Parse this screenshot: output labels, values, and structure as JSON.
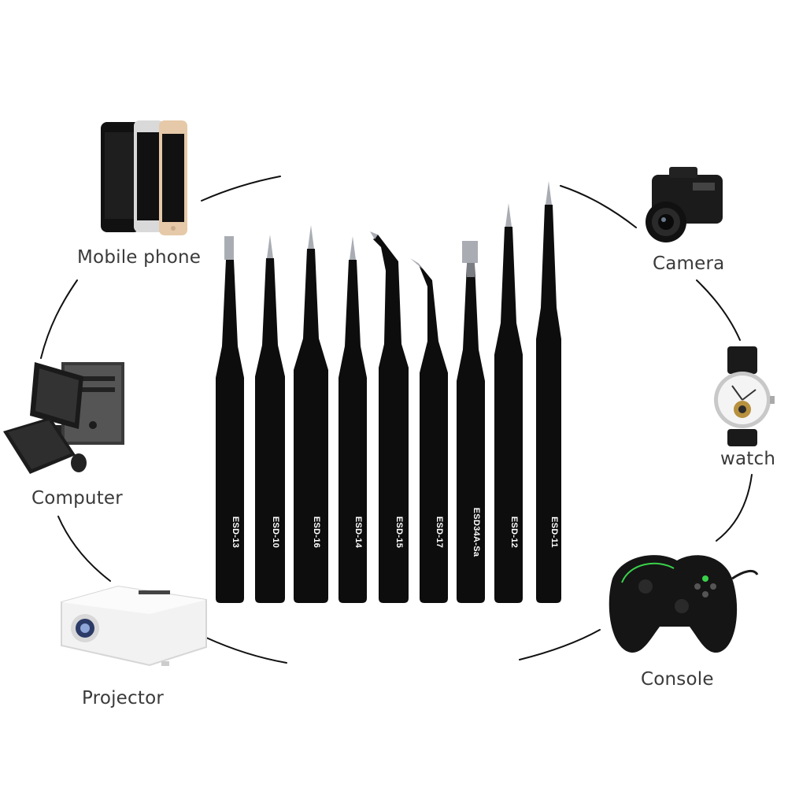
{
  "devices": [
    {
      "id": "mobile",
      "label": "Mobile phone",
      "icon": "mobile-phone-icon"
    },
    {
      "id": "computer",
      "label": "Computer",
      "icon": "desktop-computer-icon"
    },
    {
      "id": "projector",
      "label": "Projector",
      "icon": "projector-icon"
    },
    {
      "id": "camera",
      "label": "Camera",
      "icon": "camera-icon"
    },
    {
      "id": "watch",
      "label": "watch",
      "icon": "watch-icon"
    },
    {
      "id": "console",
      "label": "Console",
      "icon": "game-controller-icon"
    }
  ],
  "tweezers": [
    {
      "code": "ESD-13"
    },
    {
      "code": "ESD-10"
    },
    {
      "code": "ESD-16"
    },
    {
      "code": "ESD-14"
    },
    {
      "code": "ESD-15"
    },
    {
      "code": "ESD-17"
    },
    {
      "code": "ESD34A-Sa"
    },
    {
      "code": "ESD-12"
    },
    {
      "code": "ESD-11"
    }
  ],
  "colors": {
    "background": "#ffffff",
    "tweezer_body": "#0d0d0d",
    "tweezer_tip": "#a9adb3",
    "label_text": "#3a3a3a",
    "arc": "#111111",
    "controller_accent": "#3ad14a"
  }
}
